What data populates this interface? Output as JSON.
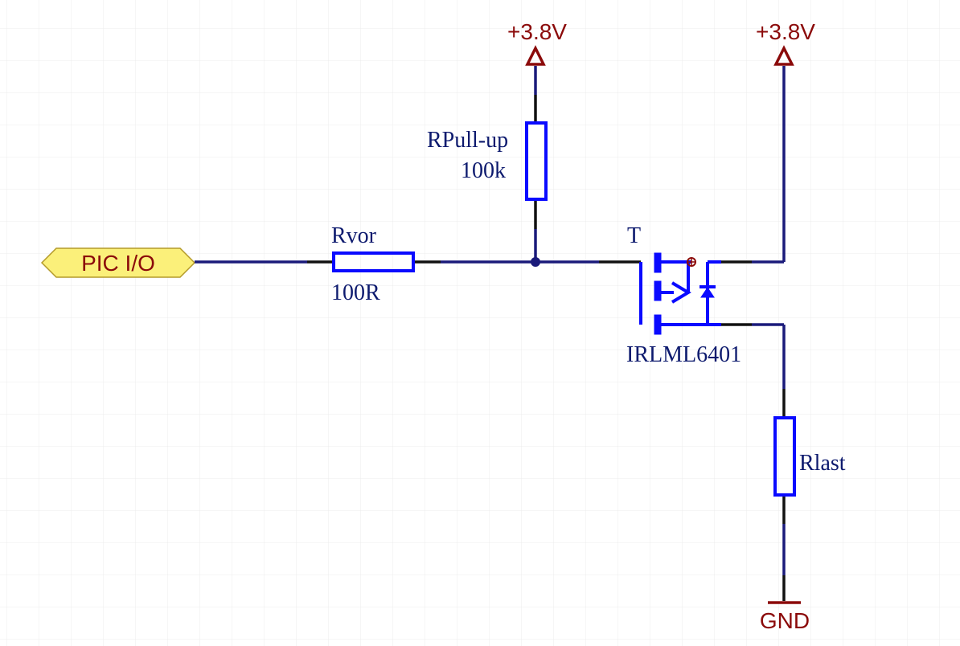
{
  "port": {
    "label": "PIC I/O",
    "fill": "#fbf07a",
    "border": "#b49a2a"
  },
  "power": [
    {
      "name": "+3.8V"
    },
    {
      "name": "+3.8V"
    }
  ],
  "ground": {
    "name": "GND"
  },
  "resistors": {
    "rvor": {
      "designator": "Rvor",
      "value": "100R"
    },
    "rpullup": {
      "designator": "RPull-up",
      "value": "100k"
    },
    "rlast": {
      "designator": "Rlast"
    }
  },
  "transistor": {
    "designator": "T",
    "part": "IRLML6401"
  },
  "colors": {
    "wire": "#1a1a7a",
    "component": "#0a0aff",
    "power": "#8b0a0a",
    "grid": "#ececec"
  }
}
